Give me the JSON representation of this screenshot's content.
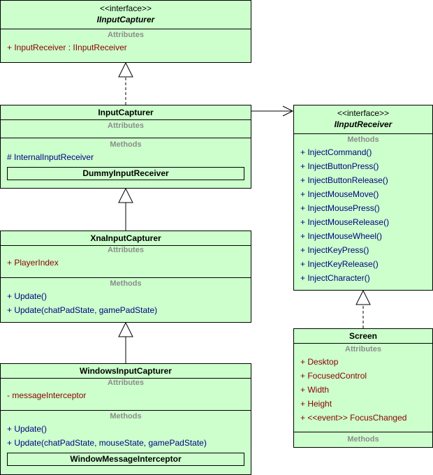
{
  "colors": {
    "box_fill": "#ccffcc",
    "border": "#000000",
    "section_title": "#8c8c8c",
    "attribute_text": "#8b0000",
    "method_text": "#000080"
  },
  "classes": {
    "iinputcapturer": {
      "stereotype": "<<interface>>",
      "name": "IInputCapturer",
      "attributes_label": "Attributes",
      "attributes": [
        "+ InputReceiver : IInputReceiver"
      ]
    },
    "inputcapturer": {
      "name": "InputCapturer",
      "attributes_label": "Attributes",
      "methods_label": "Methods",
      "methods": [
        "# InternalInputReceiver"
      ],
      "nested": "DummyInputReceiver"
    },
    "xnainputcapturer": {
      "name": "XnaInputCapturer",
      "attributes_label": "Attributes",
      "attributes": [
        "+ PlayerIndex"
      ],
      "methods_label": "Methods",
      "methods": [
        "+ Update()",
        "+ Update(chatPadState, gamePadState)"
      ]
    },
    "windowsinputcapturer": {
      "name": "WindowsInputCapturer",
      "attributes_label": "Attributes",
      "attributes": [
        "- messageInterceptor"
      ],
      "methods_label": "Methods",
      "methods": [
        "+ Update()",
        "+ Update(chatPadState, mouseState, gamePadState)"
      ],
      "nested": "WindowMessageInterceptor"
    },
    "iinputreceiver": {
      "stereotype": "<<interface>>",
      "name": "IInputReceiver",
      "methods_label": "Methods",
      "methods": [
        "+ InjectCommand()",
        "+ InjectButtonPress()",
        "+ InjectButtonRelease()",
        "+ InjectMouseMove()",
        "+ InjectMousePress()",
        "+ InjectMouseRelease()",
        "+ InjectMouseWheel()",
        "+ InjectKeyPress()",
        "+ InjectKeyRelease()",
        "+ InjectCharacter()"
      ]
    },
    "screen": {
      "name": "Screen",
      "attributes_label": "Attributes",
      "attributes": [
        "+ Desktop",
        "+ FocusedControl",
        "+ Width",
        "+ Height",
        "+ <<event>> FocusChanged"
      ],
      "methods_label": "Methods"
    }
  }
}
